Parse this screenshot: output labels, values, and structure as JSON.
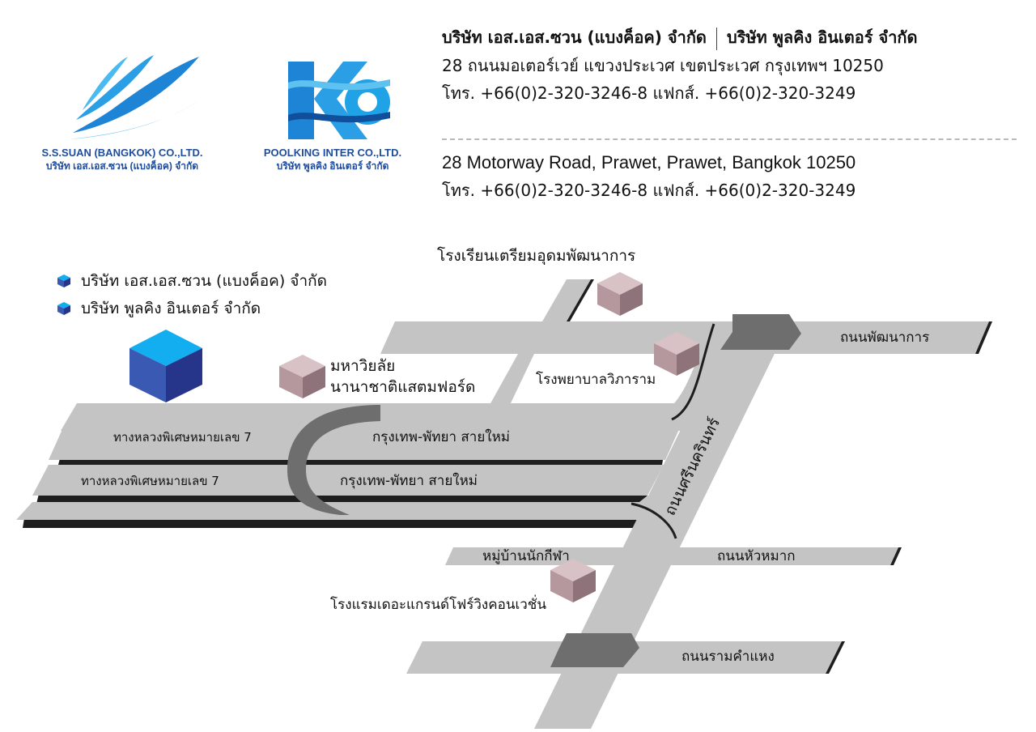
{
  "header": {
    "company_th_1": "บริษัท เอส.เอส.ซวน (แบงค็อค) จำกัด",
    "company_th_2": "บริษัท พูลคิง อินเตอร์ จำกัด",
    "address_th": "28 ถนนมอเตอร์เวย์ แขวงประเวศ เขตประเวศ กรุงเทพฯ  10250",
    "phone_th": "โทร. +66(0)2-320-3246-8 แฟกส์. +66(0)2-320-3249",
    "address_en": "28 Motorway Road, Prawet, Prawet, Bangkok 10250",
    "phone_en": "โทร. +66(0)2-320-3246-8 แฟกส์. +66(0)2-320-3249"
  },
  "logos": {
    "ss_en": "S.S.SUAN (BANGKOK) CO.,LTD.",
    "ss_th": "บริษัท เอส.เอส.ซวน (แบงค็อค) จำกัด",
    "pk_en": "POOLKING INTER CO.,LTD.",
    "pk_th": "บริษัท พูลคิง อินเตอร์ จำกัด"
  },
  "legend": [
    {
      "label": "บริษัท เอส.เอส.ซวน (แบงค็อค) จำกัด",
      "color": "#2f4fa8"
    },
    {
      "label": "บริษัท พูลคิง อินเตอร์ จำกัด",
      "color": "#1aa0e0"
    }
  ],
  "map": {
    "road_motorway_1": "ทางหลวงพิเศษหมายเลข 7",
    "road_motorway_2": "ทางหลวงพิเศษหมายเลข 7",
    "road_bkk_pattaya_1": "กรุงเทพ-พัทยา สายใหม่",
    "road_bkk_pattaya_2": "กรุงเทพ-พัทยา สายใหม่",
    "road_srinakarin": "ถนนศรีนครินทร์",
    "road_pattanakarn": "ถนนพัฒนาการ",
    "road_huamak": "ถนนหัวหมาก",
    "road_ramkhamhaeng": "ถนนรามคำแหง",
    "lm_school": "โรงเรียนเตรียมอุดมพัฒนาการ",
    "lm_university_1": "มหาวิยลัย",
    "lm_university_2": "นานาชาติแสตมฟอร์ด",
    "lm_hospital": "โรงพยาบาลวิภาราม",
    "lm_village": "หมู่บ้านนักกีฬา",
    "lm_hotel": "โรงแรมเดอะแกรนด์โฟร์วิงคอนเวชั่น",
    "colors": {
      "road": "#c4c4c4",
      "road_dark": "#6e6e6e",
      "road_edge": "#1e1e1e",
      "landmark": "#bfa5ab",
      "company": "#2f4fa8",
      "company_top": "#12aef0"
    }
  }
}
